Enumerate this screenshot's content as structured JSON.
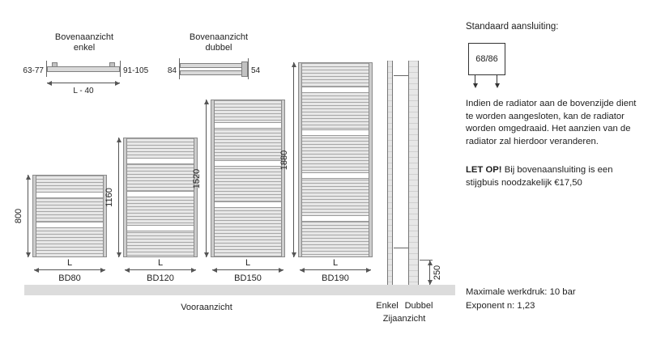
{
  "diagram": {
    "topview_single": {
      "label_line1": "Bovenaanzicht",
      "label_line2": "enkel",
      "dim_left": "63-77",
      "dim_right": "91-105",
      "dim_bottom": "L - 40"
    },
    "topview_double": {
      "label_line1": "Bovenaanzicht",
      "label_line2": "dubbel",
      "dim_left": "84",
      "dim_right": "54"
    },
    "radiators": [
      {
        "name": "BD80",
        "height_mm": 800,
        "height_label": "800",
        "width_label": "L",
        "gaps": [
          0.2,
          0.56
        ]
      },
      {
        "name": "BD120",
        "height_mm": 1160,
        "height_label": "1160",
        "width_label": "L",
        "gaps": [
          0.16,
          0.44,
          0.72
        ]
      },
      {
        "name": "BD150",
        "height_mm": 1520,
        "height_label": "1520",
        "width_label": "L",
        "gaps": [
          0.14,
          0.38,
          0.64
        ]
      },
      {
        "name": "BD190",
        "height_mm": 1880,
        "height_label": "1880",
        "width_label": "L",
        "gaps": [
          0.12,
          0.34,
          0.56,
          0.78
        ]
      }
    ],
    "front_view_label": "Vooraanzicht",
    "side_view": {
      "label_single": "Enkel",
      "label_double": "Dubbel",
      "caption": "Zijaanzicht",
      "dim_bottom": "250"
    }
  },
  "info_panel": {
    "title": "Standaard aansluiting:",
    "connection_box": "68/86",
    "paragraph": "Indien de radiator aan de bovenzijde dient te worden aangesloten, kan de radiator worden omgedraaid. Het aanzien van de radiator zal hierdoor veranderen.",
    "note_bold": "LET OP!",
    "note_rest": " Bij bovenaansluiting is een stijgbuis noodzakelijk €17,50",
    "footer_line1": "Maximale werkdruk: 10 bar",
    "footer_line2": "Exponent n: 1,23"
  },
  "colors": {
    "radiator_fill": "#e7e7e7",
    "tube_line": "#a6a6a6",
    "outline": "#808080",
    "floor": "#dcdcdc",
    "text": "#1f1f1f"
  }
}
